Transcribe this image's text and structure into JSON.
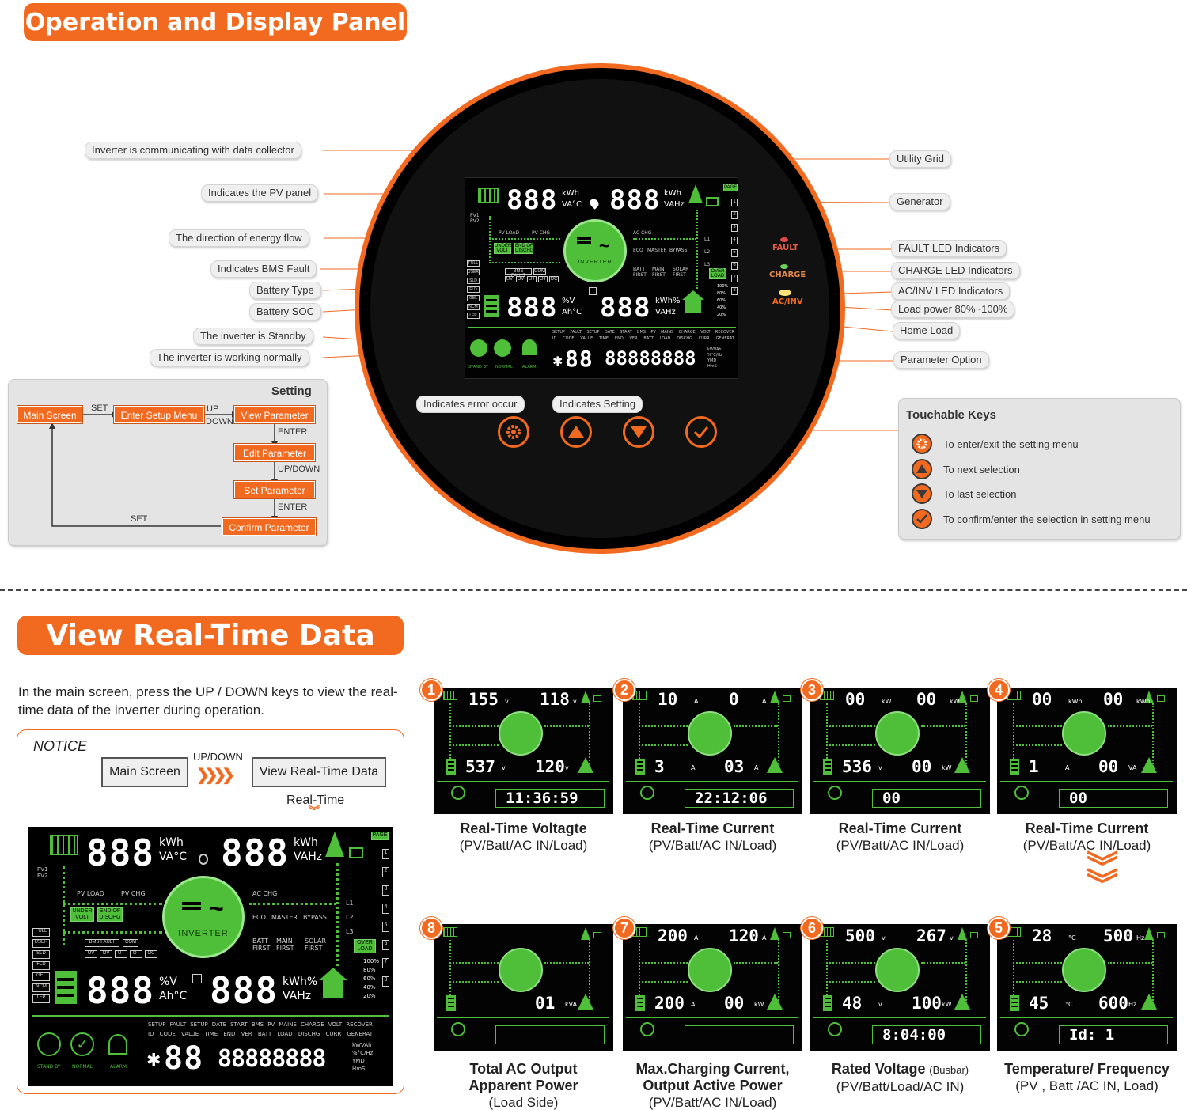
{
  "panel": {
    "title": "Operation and Display Panel",
    "left_callouts": [
      "Inverter is communicating with data collector",
      "Indicates the PV panel",
      "The direction of energy flow",
      "Indicates BMS Fault",
      "Battery Type",
      "Battery SOC",
      "The inverter is Standby",
      "The inverter is working normally"
    ],
    "right_callouts": [
      "Utility Grid",
      "Generator",
      "FAULT LED Indicators",
      "CHARGE LED Indicators",
      "AC/INV  LED Indicators",
      "Load power 80%~100%",
      "Home Load",
      "Parameter Option"
    ],
    "bottom_callouts": {
      "error": "Indicates error occur",
      "setting": "Indicates Setting"
    },
    "led_labels": {
      "fault": "FAULT",
      "charge": "CHARGE",
      "acinv": "AC/INV"
    },
    "colors": {
      "accent": "#f26a1f",
      "lcd_green": "#4fbf3a",
      "lcd_bg": "#020202"
    }
  },
  "lcd": {
    "top_left_digits": "888",
    "top_left_units": [
      "kWh",
      "VA°C"
    ],
    "top_right_digits": "888",
    "top_right_units": [
      "kWh",
      "VAHz"
    ],
    "mid_left_digits": "888",
    "mid_left_units": [
      "%V",
      "Ah°C"
    ],
    "mid_right_digits": "888",
    "mid_right_units": [
      "kWh%",
      "VAHz"
    ],
    "pv_label": "PV1\nPV2",
    "page": "PAGE",
    "labels": {
      "pv_load": "PV LOAD",
      "pv_chg": "PV CHG",
      "ac_chg": "AC CHG",
      "eco": "ECO",
      "master": "MASTER",
      "bypass": "BYPASS",
      "batt_first": "BATT\nFIRST",
      "main_first": "MAIN\nFIRST",
      "solar_first": "SOLAR\nFIRST",
      "under_volt": "UNDER\nVOLT",
      "end_of_dischg": "END OF\nDISCHG",
      "bms_fault": "BMS FAULT",
      "com": "COM",
      "over_load": "OVER\nLOAD",
      "inverter": "INVERTER",
      "l1": "L1",
      "l2": "L2",
      "l3": "L3",
      "stand_by": "STAND BY",
      "normal": "NORMAL",
      "alarm": "ALARM"
    },
    "fault_codes": [
      "UV",
      "OV",
      "UT",
      "OT",
      "OC"
    ],
    "battery_types": [
      "FULL",
      "USER",
      "SLD",
      "FLD",
      "GEL",
      "NCM",
      "LFP"
    ],
    "load_levels": [
      "100%",
      "80%",
      "60%",
      "40%",
      "20%"
    ],
    "pages": [
      "1",
      "2",
      "3",
      "4",
      "5",
      "6",
      "7",
      "8"
    ],
    "setting_header_row1": [
      "SETUP",
      "FAULT",
      "SETUP",
      "DATE",
      "START",
      "BMS",
      "PV",
      "MAINS",
      "CHARGE",
      "VOLT",
      "RECOVER"
    ],
    "setting_header_row2": [
      "ID",
      "CODE",
      "VALUE",
      "TIME",
      "END",
      "VER",
      "BATT",
      "LOAD",
      "DISCHG",
      "CURR",
      "GENERAT"
    ],
    "setting_small_digits": "88",
    "setting_big_digits": "88888888",
    "setting_units": [
      "kWVAh",
      "%°C/Hz",
      "YMD",
      "HmS"
    ]
  },
  "setting_flow": {
    "title": "Setting",
    "main_screen": "Main Screen",
    "set_1": "SET",
    "enter_setup": "Enter Setup Menu",
    "up": "UP",
    "down": "DOWN",
    "view_parameter": "View Parameter",
    "enter_1": "ENTER",
    "edit_parameter": "Edit Parameter",
    "updown": "UP/DOWN",
    "set_parameter": "Set Parameter",
    "enter_2": "ENTER",
    "set_2": "SET",
    "confirm_parameter": "Confirm Parameter"
  },
  "touchable_keys": {
    "title": "Touchable Keys",
    "items": [
      {
        "icon": "gear-icon",
        "text": "To enter/exit the setting menu"
      },
      {
        "icon": "triangle-up-icon",
        "text": "To next selection"
      },
      {
        "icon": "triangle-down-icon",
        "text": "To last selection"
      },
      {
        "icon": "check-icon",
        "text": "To confirm/enter the selection in setting menu"
      }
    ]
  },
  "realtime": {
    "title": "View Real-Time Data",
    "intro": "In the main screen, press the UP / DOWN keys to view the real-time data of the inverter during operation.",
    "notice": "NOTICE",
    "main_screen_btn": "Main Screen",
    "updown": "UP/DOWN",
    "view_btn": "View Real-Time Data",
    "realtime_label": "Real-Time",
    "screens": [
      {
        "n": "1",
        "top_l": "155",
        "top_l_u": "v",
        "top_r": "118",
        "top_r_u": "v",
        "mid_l": "537",
        "mid_l_u": "v",
        "mid_r": "120",
        "mid_r_u": "v",
        "bot": "11:36:59",
        "cap1": "Real-Time Voltagte",
        "cap2": "(PV/Batt/AC IN/Load)"
      },
      {
        "n": "2",
        "top_l": "10",
        "top_l_u": "A",
        "top_r": "0",
        "top_r_u": "A",
        "mid_l": "3",
        "mid_l_u": "A",
        "mid_r": "03",
        "mid_r_u": "A",
        "bot": "22:12:06",
        "cap1": "Real-Time  Current",
        "cap2": "(PV/Batt/AC IN/Load)"
      },
      {
        "n": "3",
        "top_l": "00",
        "top_l_u": "kW",
        "top_r": "00",
        "top_r_u": "kW",
        "mid_l": "536",
        "mid_l_u": "v",
        "mid_r": "00",
        "mid_r_u": "kW",
        "bot": "00",
        "cap1": "Real-Time  Current",
        "cap2": "(PV/Batt/AC IN/Load)"
      },
      {
        "n": "4",
        "top_l": "00",
        "top_l_u": "kWh",
        "top_r": "00",
        "top_r_u": "kWh",
        "mid_l": "1",
        "mid_l_u": "A",
        "mid_r": "00",
        "mid_r_u": "VA",
        "bot": "00",
        "cap1": "Real-Time  Current",
        "cap2": "(PV/Batt/AC IN/Load)"
      },
      {
        "n": "8",
        "top_l": "",
        "top_l_u": "",
        "top_r": "",
        "top_r_u": "",
        "mid_l": "",
        "mid_l_u": "",
        "mid_r": "01",
        "mid_r_u": "kVA",
        "bot": "",
        "cap1": "Total AC Output",
        "cap1b": "Apparent Power",
        "cap2": "(Load  Side)"
      },
      {
        "n": "7",
        "top_l": "200",
        "top_l_u": "A",
        "top_r": "120",
        "top_r_u": "A",
        "mid_l": "200",
        "mid_l_u": "A",
        "mid_r": "00",
        "mid_r_u": "kW",
        "bot": "",
        "cap1": "Max.Charging Current,",
        "cap1b": "Output Active Power",
        "cap2": "(PV/Batt/AC IN/Load)"
      },
      {
        "n": "6",
        "top_l": "500",
        "top_l_u": "v",
        "top_r": "267",
        "top_r_u": "v",
        "mid_l": "48",
        "mid_l_u": "v",
        "mid_r": "100",
        "mid_r_u": "kW",
        "bot": "8:04:00",
        "cap1": "Rated Voltage",
        "cap1s": "(Busbar)",
        "cap2": "(PV/Batt/Load/AC IN)"
      },
      {
        "n": "5",
        "top_l": "28",
        "top_l_u": "°C",
        "top_r": "500",
        "top_r_u": "Hz",
        "mid_l": "45",
        "mid_l_u": "°C",
        "mid_r": "600",
        "mid_r_u": "Hz",
        "bot": "Id:  1",
        "cap1": "Temperature/ Frequency",
        "cap2": "(PV , Batt /AC IN, Load)"
      }
    ]
  }
}
